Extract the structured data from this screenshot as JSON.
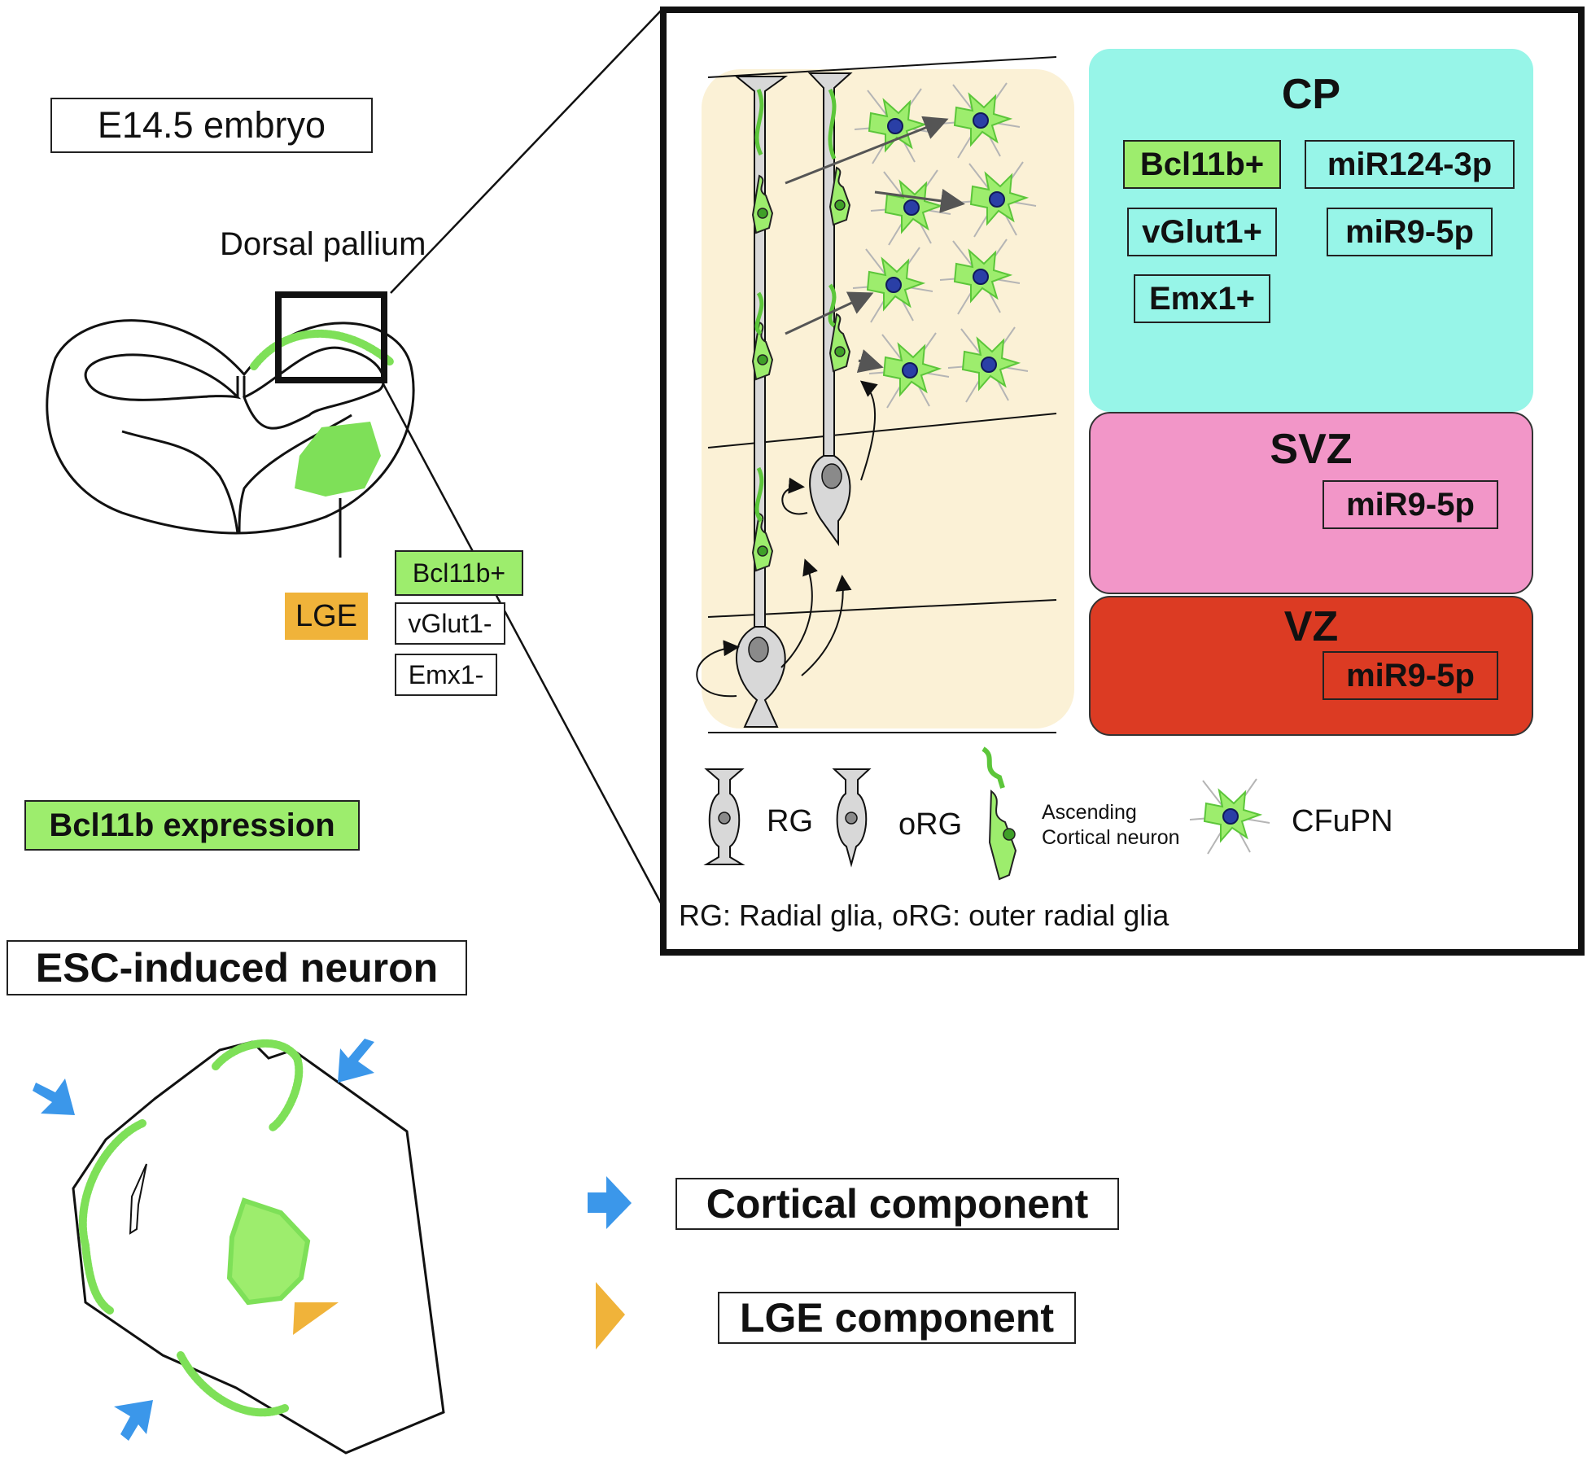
{
  "embryo": {
    "title": "E14.5 embryo",
    "region": "Dorsal pallium",
    "lge": "LGE",
    "markers": [
      "Bcl11b+",
      "vGlut1-",
      "Emx1-"
    ]
  },
  "expression_label": "Bcl11b expression",
  "zones": {
    "cp": {
      "title": "CP",
      "markers_left": [
        "Bcl11b+",
        "vGlut1+",
        "Emx1+"
      ],
      "markers_right": [
        "miR124-3p",
        "miR9-5p"
      ]
    },
    "svz": {
      "title": "SVZ",
      "marker": "miR9-5p"
    },
    "vz": {
      "title": "VZ",
      "marker": "miR9-5p"
    }
  },
  "legend": {
    "rg": "RG",
    "org": "oRG",
    "ascending_line1": "Ascending",
    "ascending_line2": "Cortical neuron",
    "cfupn": "CFuPN",
    "footnote": "RG: Radial glia, oRG: outer radial glia"
  },
  "esc": {
    "title": "ESC-induced neuron",
    "cortical": "Cortical component",
    "lge": "LGE component"
  },
  "colors": {
    "green": "#9ded6d",
    "green_dark": "#5cc63a",
    "cream": "#fbf1d6",
    "cp": "#97f5e8",
    "svz": "#f296c8",
    "vz": "#dc3b23",
    "lge": "#f0b33a",
    "arrow_blue": "#3b97ea",
    "cell_grey": "#d8d8d8"
  }
}
